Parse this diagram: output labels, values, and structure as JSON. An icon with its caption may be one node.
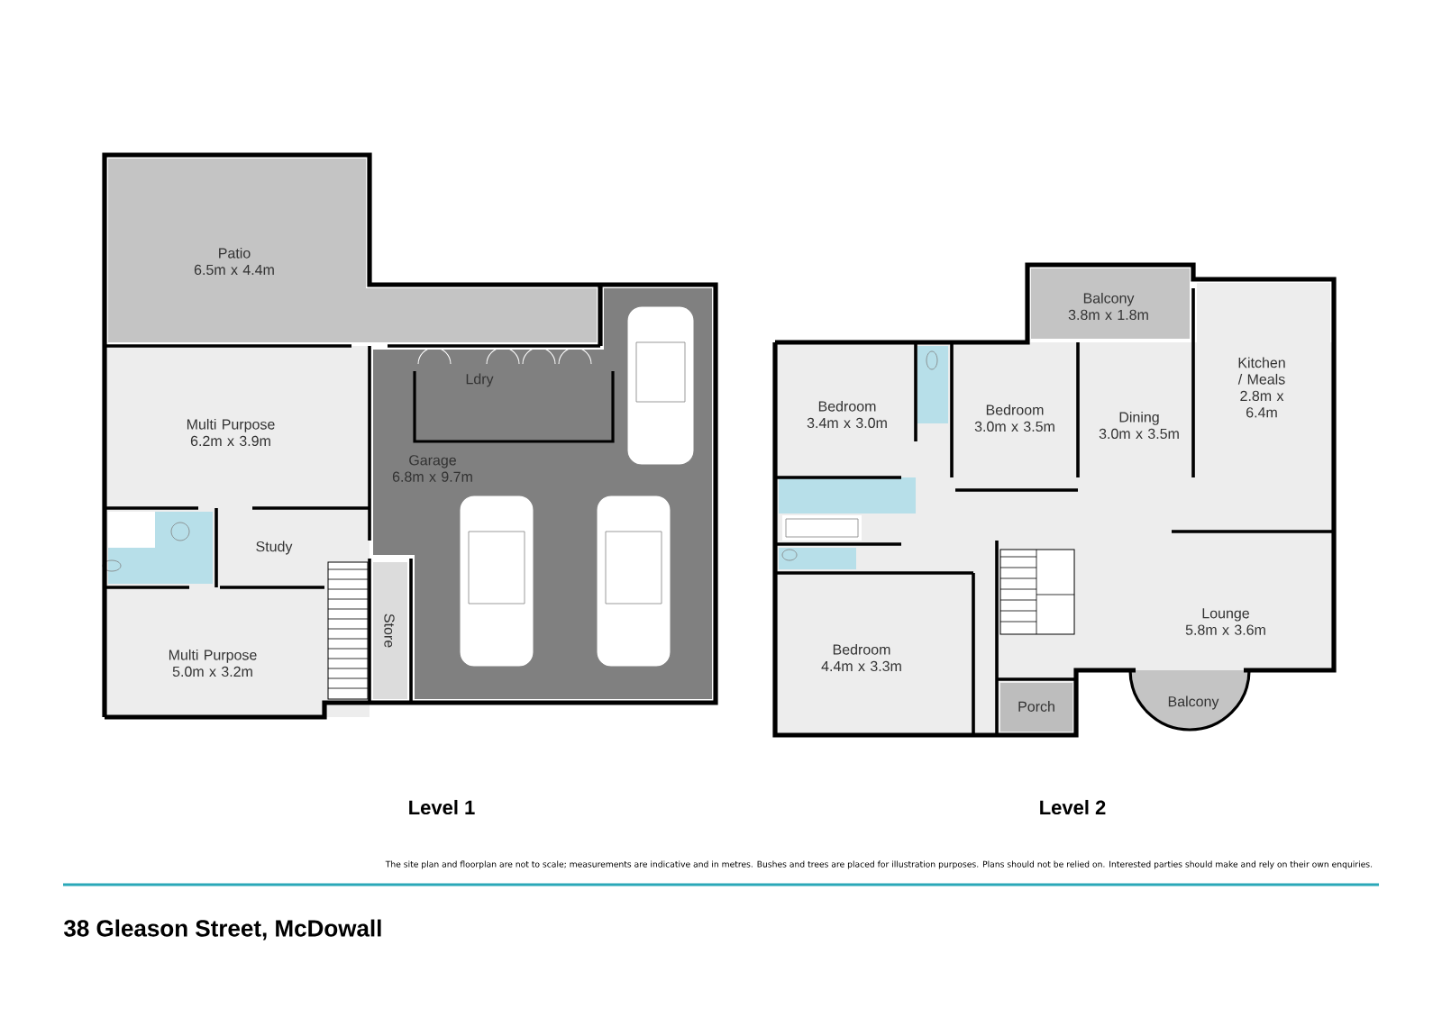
{
  "diagram": {
    "title": "38 Gleason Street, McDowall",
    "nodes": [
      {
        "text": [
          "Patio",
          "6.5m x 4.4m"
        ]
      },
      {
        "text": [
          "Multi Purpose",
          "6.2m x 3.9m"
        ]
      },
      {
        "text": [
          "Study"
        ]
      },
      {
        "text": [
          "Garage",
          "6.8m x 9.7m"
        ]
      },
      {
        "text": [
          "Ldry"
        ],
        "in": 3
      },
      {
        "text": [
          "Store"
        ]
      },
      {
        "text": [
          "Multi Purpose",
          "5.0m x 3.2m"
        ]
      },
      {
        "text": [
          "Balcony",
          "3.8m x 1.8m"
        ]
      },
      {
        "text": [
          "Kitchen / Meals",
          "2.8m x 6.4m"
        ]
      },
      {
        "text": [
          "Bedroom",
          "3.4m x 3.0m"
        ]
      },
      {
        "text": [
          "Bedroom",
          "3.0m x 3.5m"
        ]
      },
      {
        "text": [
          "Dining",
          "3.0m x 3.5m"
        ]
      },
      {
        "text": [
          "Lounge",
          "5.8m x 3.6m"
        ]
      },
      {
        "text": [
          "Bedroom",
          "4.4m x 3.3m"
        ]
      },
      {
        "text": [
          "Porch"
        ]
      },
      {
        "text": [
          "Balcony"
        ]
      }
    ],
    "labels": [
      "Level 1",
      "Level 2",
      "The site plan and floorplan are not to scale; measurements are indicative and in metres. Bushes and trees are placed for illustration purposes. Plans should not be relied on. Interested parties should make and rely on their own enquiries."
    ]
  }
}
